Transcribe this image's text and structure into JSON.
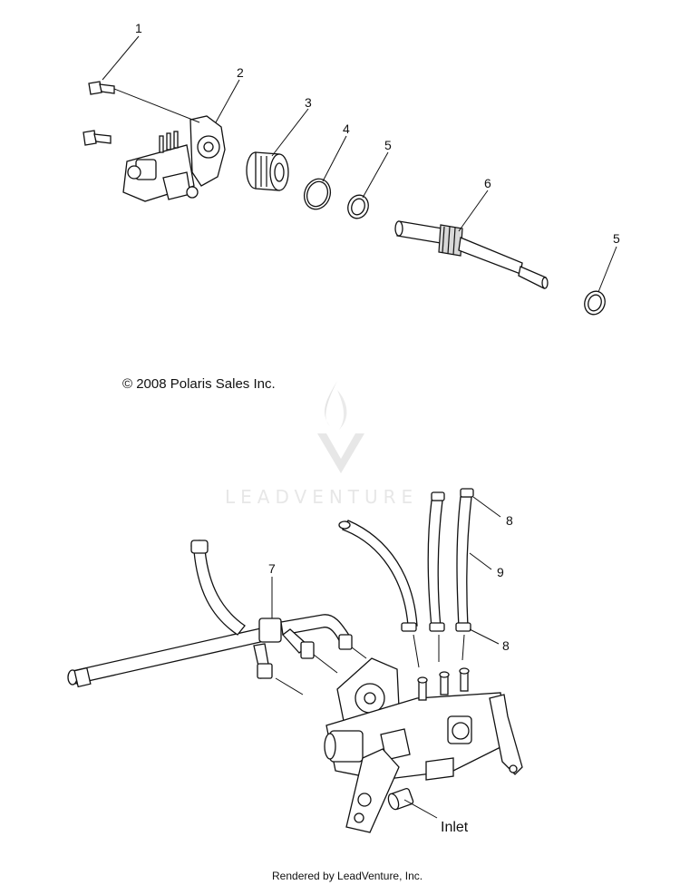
{
  "callouts": {
    "c1": "1",
    "c2": "2",
    "c3": "3",
    "c4": "4",
    "c5a": "5",
    "c6": "6",
    "c5b": "5",
    "c7": "7",
    "c8a": "8",
    "c9": "9",
    "c8b": "8"
  },
  "copyright": "© 2008 Polaris Sales Inc.",
  "inlet_label": "Inlet",
  "watermark": "LEADVENTURE",
  "footer": "Rendered by LeadVenture, Inc."
}
